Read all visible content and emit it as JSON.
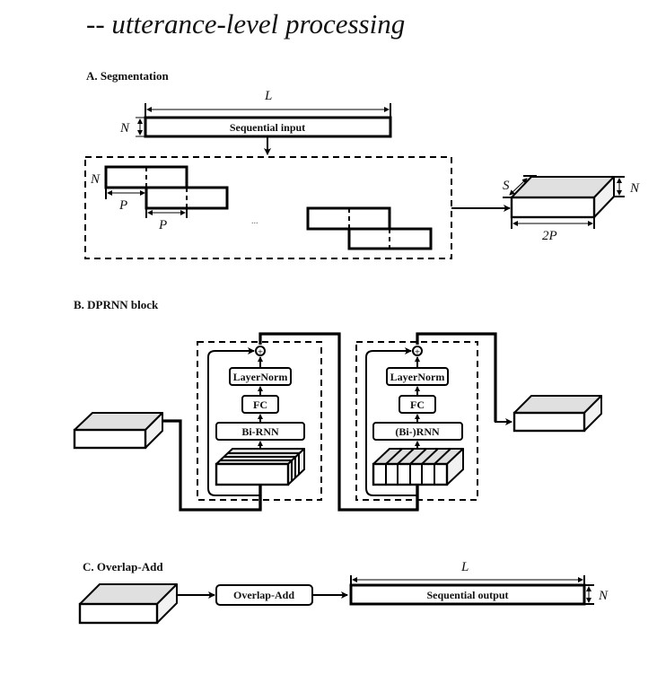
{
  "title": "-- utterance-level processing",
  "segmentation": {
    "heading": "A. Segmentation",
    "input_label": "Sequential input",
    "length_symbol": "L",
    "feature_symbol": "N",
    "hop_symbol": "P",
    "hop_symbol_2": "P",
    "ellipsis": "...",
    "tensor_chunks_symbol": "S",
    "tensor_chunk_len_symbol": "2P",
    "tensor_feature_symbol": "N"
  },
  "dprnn": {
    "heading": "B. DPRNN block",
    "intra_chunk": {
      "norm_label": "LayerNorm",
      "fc_label": "FC",
      "rnn_label": "Bi-RNN"
    },
    "inter_chunk": {
      "norm_label": "LayerNorm",
      "fc_label": "FC",
      "rnn_label": "(Bi-)RNN"
    },
    "add_symbol": "+"
  },
  "overlap_add": {
    "heading": "C. Overlap-Add",
    "op_label": "Overlap-Add",
    "output_label": "Sequential output",
    "length_symbol": "L",
    "feature_symbol": "N"
  }
}
